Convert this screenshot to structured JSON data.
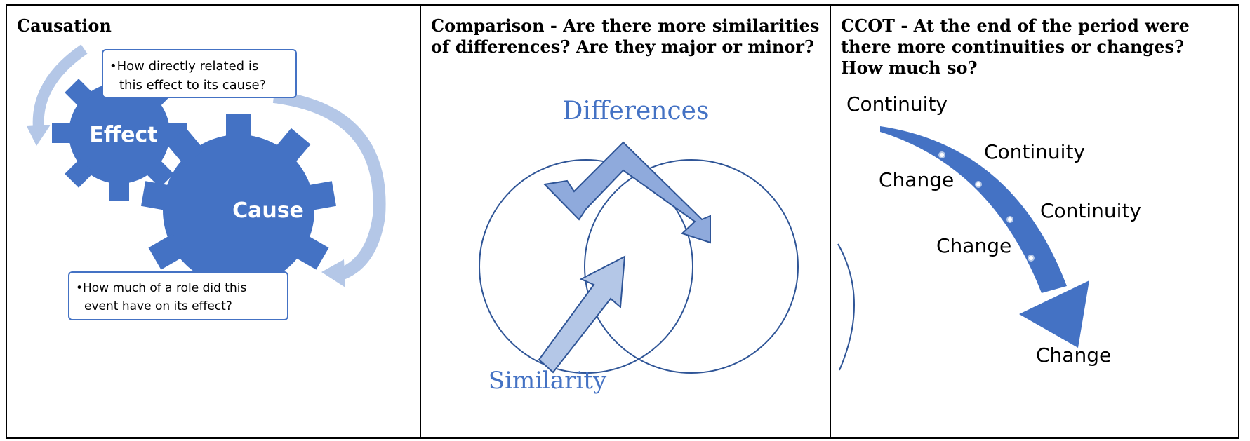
{
  "cells": [
    {
      "heading": "Causation",
      "effect_label": "Effect",
      "cause_label": "Cause",
      "callout_top": [
        "•How directly related is",
        "this effect to its cause?"
      ],
      "callout_bottom": [
        "•How much of a role did this",
        "event have on its effect?"
      ]
    },
    {
      "heading": "Comparison - Are there more similarities of differences? Are they major or minor?",
      "differences_label": "Differences",
      "similarity_label": "Similarity"
    },
    {
      "heading": "CCOT - At the end of the period were there more continuities or changes? How much so?",
      "labels": [
        "Continuity",
        "Continuity",
        "Change",
        "Continuity",
        "Change",
        "Change"
      ]
    }
  ],
  "colors": {
    "gear": "#4472c4",
    "arrow_light": "#b4c7e7",
    "arrow_medium": "#8faadc",
    "circle_stroke": "#2f5597",
    "differences_text": "#4472c4",
    "similarity_text": "#4472c4",
    "ccot_arrow": "#4472c4"
  }
}
